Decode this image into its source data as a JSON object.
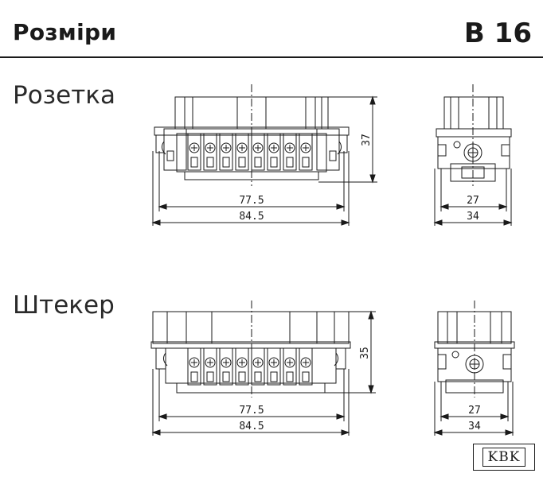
{
  "header": {
    "title": "Розміри",
    "code": "B 16"
  },
  "views": {
    "socket": {
      "label": "Розетка",
      "height_dim": "37",
      "front_inner_width": "77.5",
      "front_outer_width": "84.5",
      "side_inner_width": "27",
      "side_outer_width": "34"
    },
    "plug": {
      "label": "Штекер",
      "height_dim": "35",
      "front_inner_width": "77.5",
      "front_outer_width": "84.5",
      "side_inner_width": "27",
      "side_outer_width": "34"
    }
  },
  "terminal_count": 8,
  "logo": {
    "text": "KBK"
  }
}
